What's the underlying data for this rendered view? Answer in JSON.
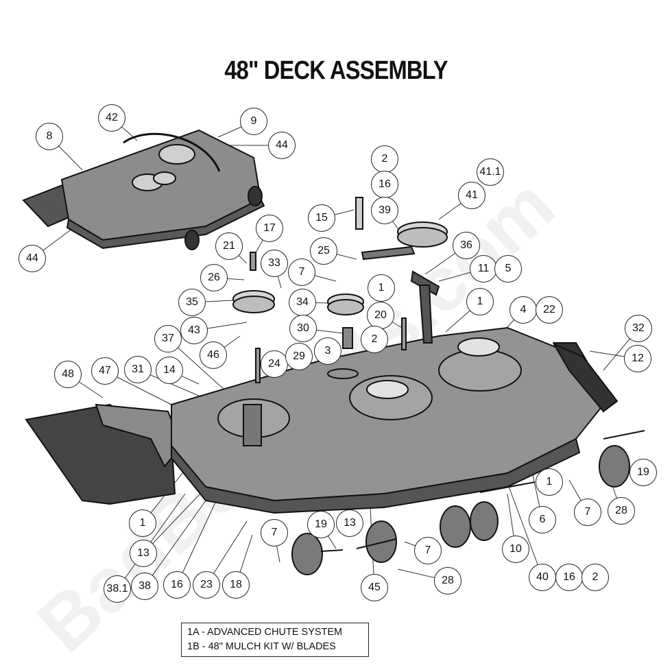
{
  "title": "48\" DECK ASSEMBLY",
  "watermark": "BadBoyParts.com",
  "callouts": [
    "8",
    "42",
    "9",
    "44",
    "44",
    "2",
    "16",
    "41.1",
    "41",
    "39",
    "15",
    "25",
    "36",
    "11",
    "5",
    "17",
    "21",
    "33",
    "26",
    "7",
    "1",
    "35",
    "34",
    "1",
    "43",
    "30",
    "20",
    "2",
    "4",
    "22",
    "32",
    "37",
    "46",
    "24",
    "29",
    "3",
    "12",
    "48",
    "47",
    "31",
    "14",
    "1",
    "13",
    "19",
    "13",
    "1",
    "6",
    "7",
    "28",
    "7",
    "10",
    "7",
    "19",
    "38.1",
    "38",
    "16",
    "23",
    "18",
    "45",
    "28",
    "40",
    "16",
    "2"
  ],
  "notes": [
    "1A - ADVANCED CHUTE SYSTEM",
    "1B - 48\" MULCH KIT W/ BLADES"
  ]
}
